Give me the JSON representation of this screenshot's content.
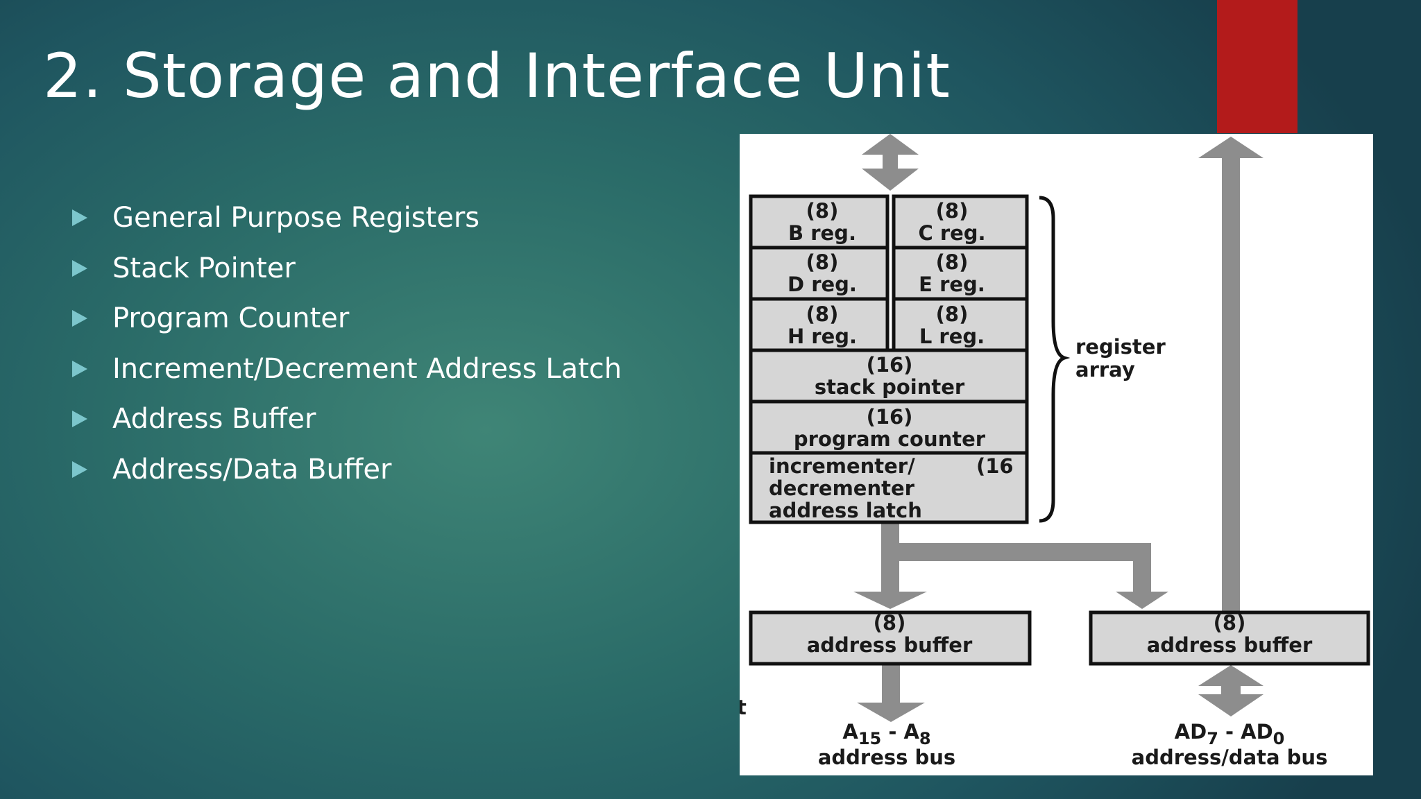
{
  "title": "2. Storage and Interface Unit",
  "bullets": [
    "General Purpose Registers",
    "Stack Pointer",
    "Program Counter",
    "Increment/Decrement Address Latch",
    "Address Buffer",
    "Address/Data Buffer"
  ],
  "colors": {
    "accent": "#b31b1b",
    "bullet": "#7cc6cc",
    "arrow": "#8d8d8d",
    "cell": "#d6d6d6"
  },
  "diagram": {
    "b_reg": {
      "size": "(8)",
      "name": "B reg."
    },
    "c_reg": {
      "size": "(8)",
      "name": "C reg."
    },
    "d_reg": {
      "size": "(8)",
      "name": "D reg."
    },
    "e_reg": {
      "size": "(8)",
      "name": "E reg."
    },
    "h_reg": {
      "size": "(8)",
      "name": "H reg."
    },
    "l_reg": {
      "size": "(8)",
      "name": "L reg."
    },
    "stack_pointer": {
      "size": "(16)",
      "name": "stack pointer"
    },
    "program_counter": {
      "size": "(16)",
      "name": "program counter"
    },
    "latch": {
      "line1": "incrementer/",
      "size": "(16",
      "line2": "decrementer",
      "line3": "address latch"
    },
    "register_array": {
      "line1": "register",
      "line2": "array"
    },
    "address_buffer": {
      "size": "(8)",
      "name": "address buffer"
    },
    "address_data_buffer": {
      "size": "(8)",
      "name": "address buffer"
    },
    "address_bus": {
      "signal": "A",
      "sub1": "15",
      "dash": " - A",
      "sub2": "8",
      "name": "address bus"
    },
    "address_data_bus": {
      "signal": "AD",
      "sub1": "7",
      "dash": " - AD",
      "sub2": "0",
      "name": "address/data bus"
    },
    "edge_mark": "t"
  }
}
